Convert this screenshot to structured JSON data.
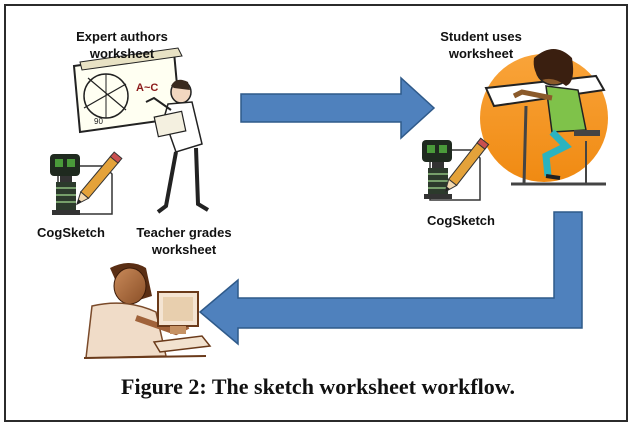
{
  "labels": {
    "expert_line1": "Expert authors",
    "expert_line2": "worksheet",
    "student_line1": "Student uses",
    "student_line2": "worksheet",
    "cogsketch_left": "CogSketch",
    "teacher_line1": "Teacher grades",
    "teacher_line2": "worksheet",
    "cogsketch_right": "CogSketch",
    "board_text": "A~C",
    "board_angle": "90"
  },
  "caption": "Figure 2: The sketch worksheet workflow.",
  "colors": {
    "arrow_fill": "#4f81bd",
    "arrow_stroke": "#2f5a8a",
    "sun": "#f7941d",
    "border": "#2b2b2b"
  },
  "icons": [
    "cogsketch-robot-icon",
    "pencil-icon",
    "teacher-presenting-icon",
    "student-drawing-icon",
    "teacher-computer-icon",
    "arrow-right",
    "arrow-turn-left"
  ]
}
